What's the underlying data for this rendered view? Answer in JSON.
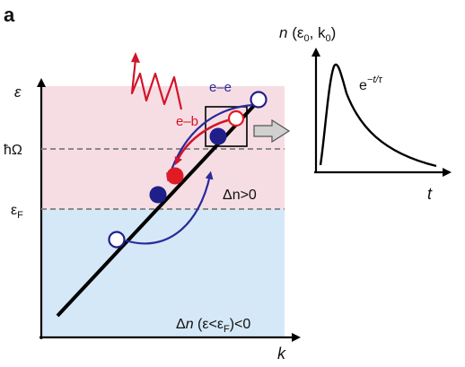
{
  "panel_label": "a",
  "axes": {
    "y_label": "ε",
    "x_label": "k"
  },
  "levels": {
    "hbar_omega": "ħΩ",
    "fermi": "ε",
    "fermi_sub": "F"
  },
  "annotations": {
    "e_b": "e–b",
    "e_e": "e–e",
    "delta_n_pos": "Δn>0",
    "delta_n_neg_1": "Δ",
    "delta_n_neg_2": "n",
    "delta_n_neg_3": " (ε<ε",
    "delta_n_neg_4": "F",
    "delta_n_neg_5": ")<0"
  },
  "inset": {
    "y_label_pre": "n",
    "y_label_args": " (ε",
    "y_label_sub0": "0",
    "y_label_mid": ", k",
    "y_label_sub1": "0",
    "y_label_close": ")",
    "x_label": "t",
    "curve_base": "e",
    "curve_exp": "−t/τ"
  },
  "colors": {
    "upper_region": "#f6dde3",
    "lower_region": "#d5e8f7",
    "electron_fill": "#1f1f8a",
    "red_fill": "#e01b24",
    "arrow_blue": "#2a2a9a",
    "arrow_red": "#d3142a"
  }
}
